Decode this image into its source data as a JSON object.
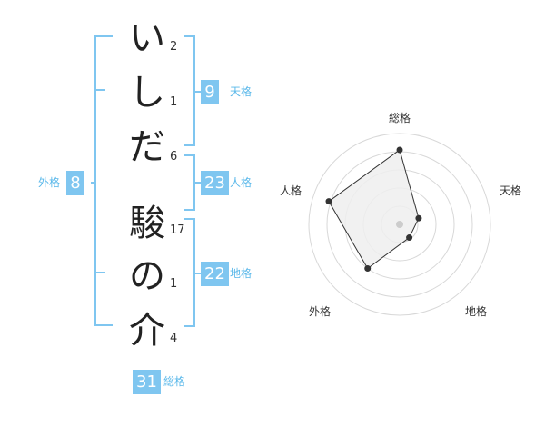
{
  "name": {
    "characters": [
      {
        "char": "い",
        "strokes": "2"
      },
      {
        "char": "し",
        "strokes": "1"
      },
      {
        "char": "だ",
        "strokes": "6"
      },
      {
        "char": "駿",
        "strokes": "17"
      },
      {
        "char": "の",
        "strokes": "1"
      },
      {
        "char": "介",
        "strokes": "4"
      }
    ]
  },
  "fortunes": {
    "tenkaku": {
      "value": "9",
      "label": "天格"
    },
    "jinkaku": {
      "value": "23",
      "label": "人格"
    },
    "chikaku": {
      "value": "22",
      "label": "地格"
    },
    "gaikaku": {
      "value": "8",
      "label": "外格"
    },
    "soukaku": {
      "value": "31",
      "label": "総格"
    }
  },
  "radar": {
    "axes": [
      "総格",
      "天格",
      "地格",
      "外格",
      "人格"
    ],
    "values": [
      0.82,
      0.22,
      0.18,
      0.6,
      0.82
    ],
    "rings": 5,
    "fill_color": "#eeeeee",
    "ring_color": "#d8d8d8",
    "line_color": "#333333"
  },
  "colors": {
    "accent": "#7fc6f0",
    "label": "#5ab8ea"
  }
}
